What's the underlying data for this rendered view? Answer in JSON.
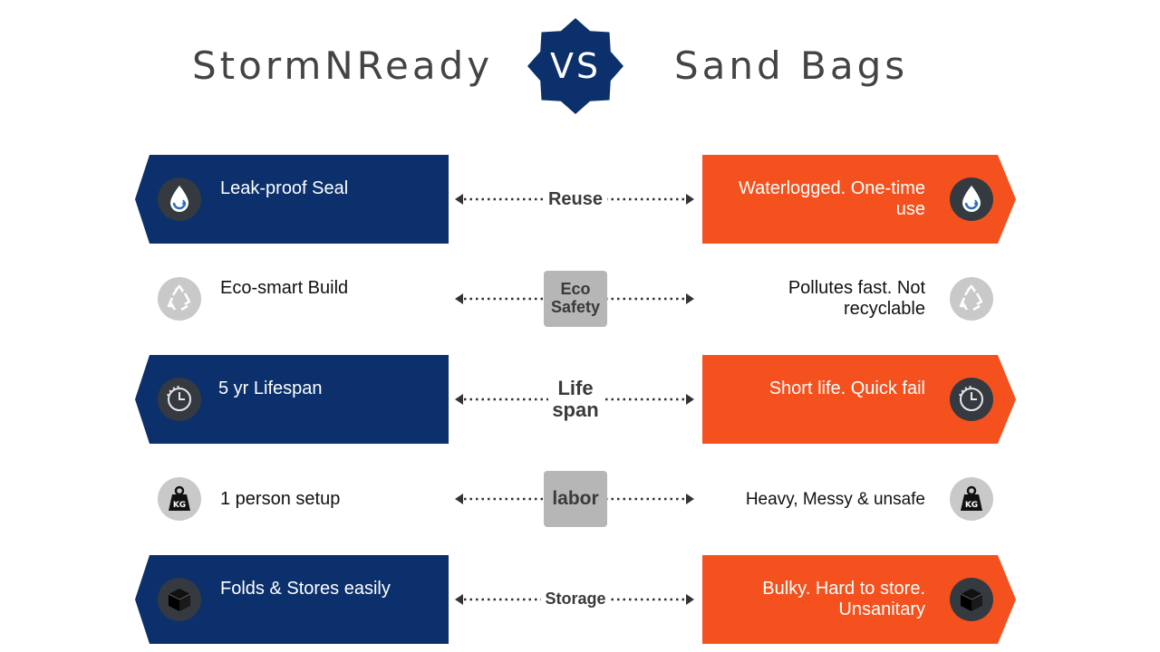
{
  "header": {
    "left_brand": "StormNReady",
    "vs_label": "VS",
    "right_brand": "Sand Bags"
  },
  "rows": [
    {
      "label": "Reuse",
      "left_text": "Leak-proof Seal",
      "right_text": "Waterlogged. One-time use",
      "icon": "water-drop-recycle-icon",
      "style": "solid"
    },
    {
      "label": "Eco Safety",
      "left_text": "Eco-smart Build",
      "right_text": "Pollutes fast. Not recyclable",
      "icon": "recycle-icon",
      "style": "plain"
    },
    {
      "label": "Life span",
      "left_text": "5 yr Lifespan",
      "right_text": "Short life. Quick fail",
      "icon": "clock-history-icon",
      "style": "solid"
    },
    {
      "label": "labor",
      "left_text": "1 person setup",
      "right_text": "Heavy, Messy & unsafe",
      "icon": "kg-weight-icon",
      "style": "plain"
    },
    {
      "label": "Storage",
      "left_text": "Folds & Stores easily",
      "right_text": "Bulky. Hard to store. Unsanitary",
      "icon": "box-icon",
      "style": "solid"
    }
  ],
  "colors": {
    "navy": "#0b306b",
    "orange": "#f4511e",
    "text_dark": "#444444",
    "icon_dark": "#343a40",
    "icon_light": "#c9c9c9"
  }
}
